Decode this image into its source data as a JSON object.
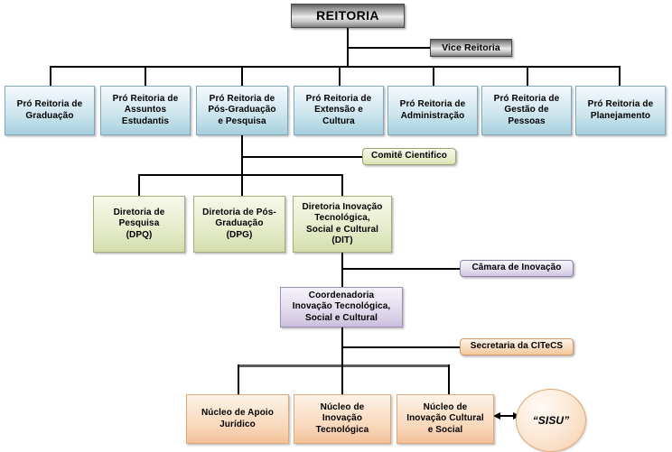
{
  "title": "Organograma REITORIA",
  "palette": {
    "gray": "#b5b5b5",
    "blue": "#cfe6ef",
    "green": "#e4ebc9",
    "purple": "#e0d8ec",
    "orange": "#f9d9bd",
    "line": "#000000"
  },
  "nodes": {
    "reitoria": "REITORIA",
    "vice_reitoria": "Vice Reitoria",
    "pro_graduacao": "Pró Reitoria de Graduação",
    "pro_assuntos": "Pró Reitoria de Assuntos Estudantis",
    "pro_pos": "Pró Reitoria de Pós-Graduação e Pesquisa",
    "pro_extensao": "Pró Reitoria de Extensão e Cultura",
    "pro_administracao": "Pró Reitoria de Administração",
    "pro_gestao": "Pró Reitoria de Gestão de Pessoas",
    "pro_planejamento": "Pró Reitoria de Planejamento",
    "comite_cientifico": "Comitê Cientifico",
    "diretoria_pesquisa": "Diretoria de Pesquisa (DPQ)",
    "diretoria_pos": "Diretoria de Pós-Graduação (DPG)",
    "diretoria_inovacao": "Diretoria Inovação Tecnológica, Social e Cultural (DIT)",
    "camara_inovacao": "Câmara de Inovação",
    "coordenadoria": "Coordenadoria Inovação Tecnológica, Social e Cultural",
    "secretaria_citecs": "Secretaria da CITeCS",
    "nucleo_juridico": "Núcleo de Apoio Jurídico",
    "nucleo_tecnologica": "Núcleo de Inovação Tecnológica",
    "nucleo_cultural": "Núcleo de Inovação Cultural e Social",
    "sisu": "“SISU”"
  },
  "node_lines": {
    "pro_graduacao": [
      "Pró Reitoria de",
      "Graduação"
    ],
    "pro_assuntos": [
      "Pró Reitoria de",
      "Assuntos",
      "Estudantis"
    ],
    "pro_pos": [
      "Pró Reitoria de",
      "Pós-Graduação",
      "e Pesquisa"
    ],
    "pro_extensao": [
      "Pró Reitoria de",
      "Extensão e",
      "Cultura"
    ],
    "pro_administracao": [
      "Pró Reitoria de",
      "Administração"
    ],
    "pro_gestao": [
      "Pró Reitoria de",
      "Gestão de",
      "Pessoas"
    ],
    "pro_planejamento": [
      "Pró Reitoria de",
      "Planejamento"
    ],
    "diretoria_pesquisa": [
      "Diretoria de",
      "Pesquisa",
      "(DPQ)"
    ],
    "diretoria_pos": [
      "Diretoria de Pós-",
      "Graduação",
      "(DPG)"
    ],
    "diretoria_inovacao": [
      "Diretoria Inovação",
      "Tecnológica,",
      "Social e Cultural",
      "(DIT)"
    ],
    "coordenadoria": [
      "Coordenadoria",
      "Inovação Tecnológica,",
      "Social e Cultural"
    ],
    "nucleo_juridico": [
      "Núcleo de Apoio",
      "Jurídico"
    ],
    "nucleo_tecnologica": [
      "Núcleo de",
      "Inovação",
      "Tecnológica"
    ],
    "nucleo_cultural": [
      "Núcleo de",
      "Inovação Cultural",
      "e Social"
    ]
  },
  "lines": {
    "pro_graduacao_1": "Pró Reitoria de",
    "pro_graduacao_2": "Graduação",
    "pro_assuntos_1": "Pró Reitoria de",
    "pro_assuntos_2": "Assuntos",
    "pro_assuntos_3": "Estudantis",
    "pro_pos_1": "Pró Reitoria de",
    "pro_pos_2": "Pós-Graduação",
    "pro_pos_3": "e Pesquisa",
    "pro_extensao_1": "Pró Reitoria de",
    "pro_extensao_2": "Extensão e",
    "pro_extensao_3": "Cultura",
    "pro_administracao_1": "Pró Reitoria de",
    "pro_administracao_2": "Administração",
    "pro_gestao_1": "Pró Reitoria de",
    "pro_gestao_2": "Gestão de",
    "pro_gestao_3": "Pessoas",
    "pro_planejamento_1": "Pró Reitoria de",
    "pro_planejamento_2": "Planejamento",
    "diretoria_pesquisa_1": "Diretoria de",
    "diretoria_pesquisa_2": "Pesquisa",
    "diretoria_pesquisa_3": "(DPQ)",
    "diretoria_pos_1": "Diretoria de Pós-",
    "diretoria_pos_2": "Graduação",
    "diretoria_pos_3": "(DPG)",
    "diretoria_inovacao_1": "Diretoria Inovação",
    "diretoria_inovacao_2": "Tecnológica,",
    "diretoria_inovacao_3": "Social e Cultural",
    "diretoria_inovacao_4": "(DIT)",
    "coordenadoria_1": "Coordenadoria",
    "coordenadoria_2": "Inovação Tecnológica,",
    "coordenadoria_3": "Social e Cultural",
    "nucleo_juridico_1": "Núcleo de Apoio",
    "nucleo_juridico_2": "Jurídico",
    "nucleo_tecnologica_1": "Núcleo de",
    "nucleo_tecnologica_2": "Inovação",
    "nucleo_tecnologica_3": "Tecnológica",
    "nucleo_cultural_1": "Núcleo de",
    "nucleo_cultural_2": "Inovação Cultural",
    "nucleo_cultural_3": "e Social"
  }
}
